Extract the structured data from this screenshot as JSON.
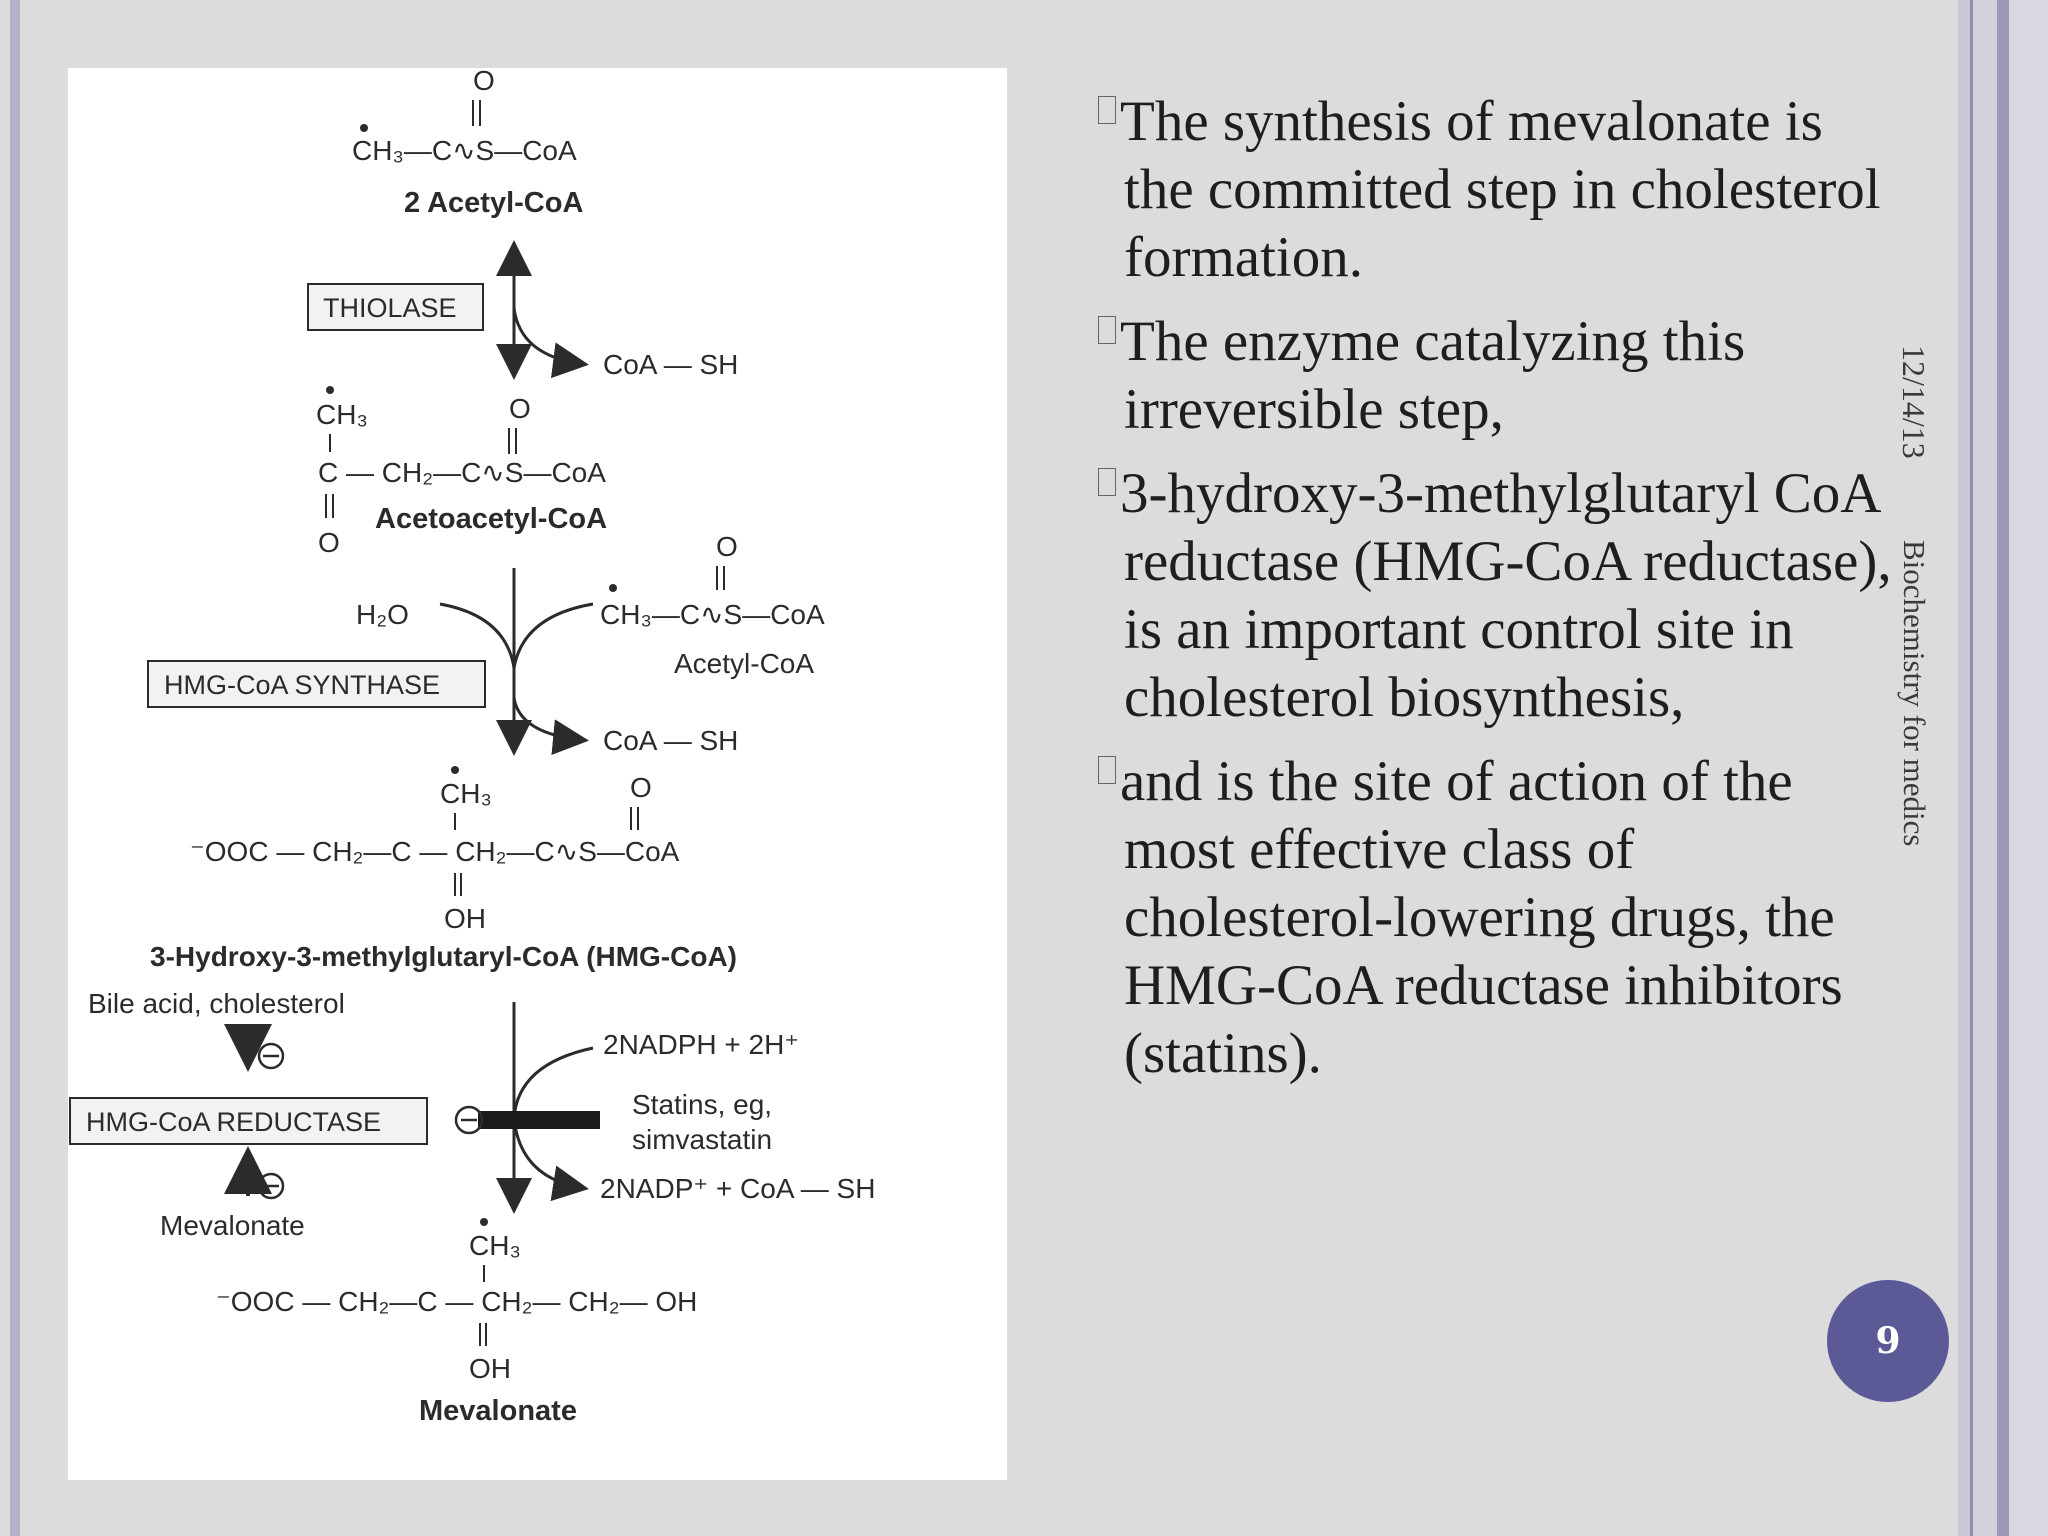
{
  "slide": {
    "date": "12/14/13",
    "course": "Biochemistry for medics",
    "page_number": "9"
  },
  "bullets": [
    "The synthesis of mevalonate is the committed step in cholesterol formation.",
    "The enzyme catalyzing this irreversible step,",
    "3-hydroxy-3-methylglutaryl CoA reductase (HMG-CoA reductase), is an important control site in cholesterol biosynthesis,",
    "and is the site of action of the most effective class of cholesterol-lowering drugs, the HMG-CoA reductase inhibitors (statins)."
  ],
  "diagram": {
    "compounds": {
      "acetyl_coa_label": "2 Acetyl-CoA",
      "acetoacetyl_coa_label": "Acetoacetyl-CoA",
      "acetyl_coa_side_label": "Acetyl-CoA",
      "hmg_coa_label": "3-Hydroxy-3-methylglutaryl-CoA (HMG-CoA)",
      "mevalonate_label": "Mevalonate"
    },
    "enzymes": {
      "thiolase": "THIOLASE",
      "hmg_coa_synthase": "HMG-CoA SYNTHASE",
      "hmg_coa_reductase": "HMG-CoA REDUCTASE"
    },
    "side_products": {
      "coa_sh_1": "CoA — SH",
      "coa_sh_2": "CoA — SH",
      "water": "H₂O",
      "nadph": "2NADPH + 2H⁺",
      "nadp": "2NADP⁺ + CoA — SH"
    },
    "regulation": {
      "bile_acid": "Bile acid, cholesterol",
      "mevalonate_feedback": "Mevalonate",
      "statins_line1": "Statins, eg,",
      "statins_line2": "simvastatin"
    },
    "formula_text": {
      "acetyl_main": "CH₃—C∿S—CoA",
      "acetoacetyl_main": "C — CH₂—C∿S—CoA",
      "acetyl_side": "CH₃—C∿S—CoA",
      "hmg_main": "⁻OOC — CH₂—C — CH₂—C∿S—CoA",
      "mevalonate_main": "⁻OOC — CH₂—C — CH₂— CH₂— OH",
      "ch3": "CH₃",
      "oh": "OH",
      "o": "O"
    }
  }
}
